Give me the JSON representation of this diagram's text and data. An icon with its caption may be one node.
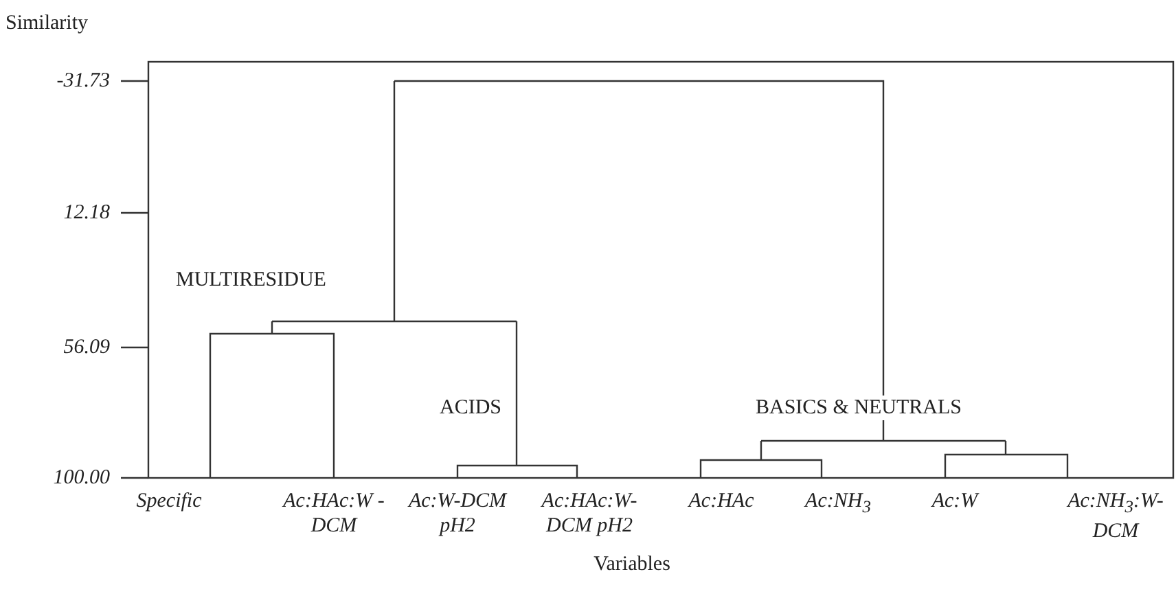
{
  "diagram": {
    "labels": [
      "Similarity",
      "-31.73",
      "12.18",
      "MULTIRESIDUE",
      "56.09",
      "ACIDS",
      "BASICS & NEUTRALS",
      "100.00",
      "Specific",
      "Ac:HAc:W -DCM",
      "Ac:W-DCM pH2",
      "Ac:HAc:W-DCM pH2",
      "Ac:HAc",
      "Ac:NH$_{3}$",
      "Ac:W",
      "Ac:NH$_{3}$:W-DCM",
      "Variables"
    ]
  }
}
